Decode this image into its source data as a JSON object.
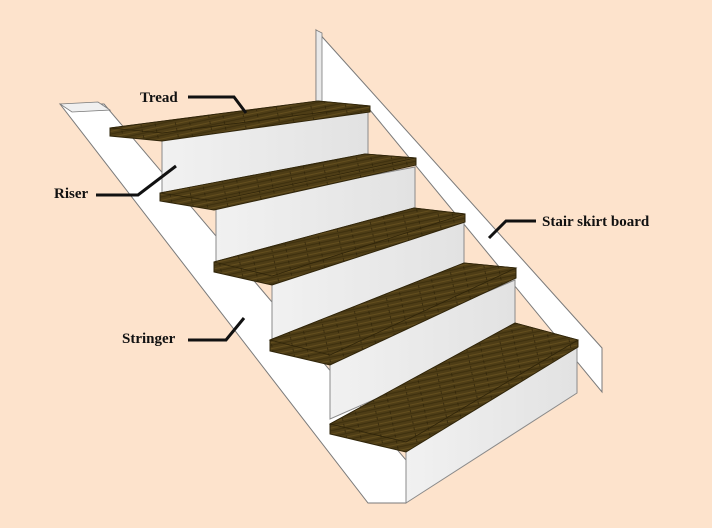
{
  "labels": {
    "tread": "Tread",
    "riser": "Riser",
    "stringer": "Stringer",
    "skirt_board": "Stair skirt board"
  },
  "colors": {
    "background": "#fde3cc",
    "wood": "#4a3a14",
    "wood_dark": "#2f2409",
    "white_board": "#ffffff",
    "outline": "#7a7a7a",
    "leader": "#111111"
  }
}
